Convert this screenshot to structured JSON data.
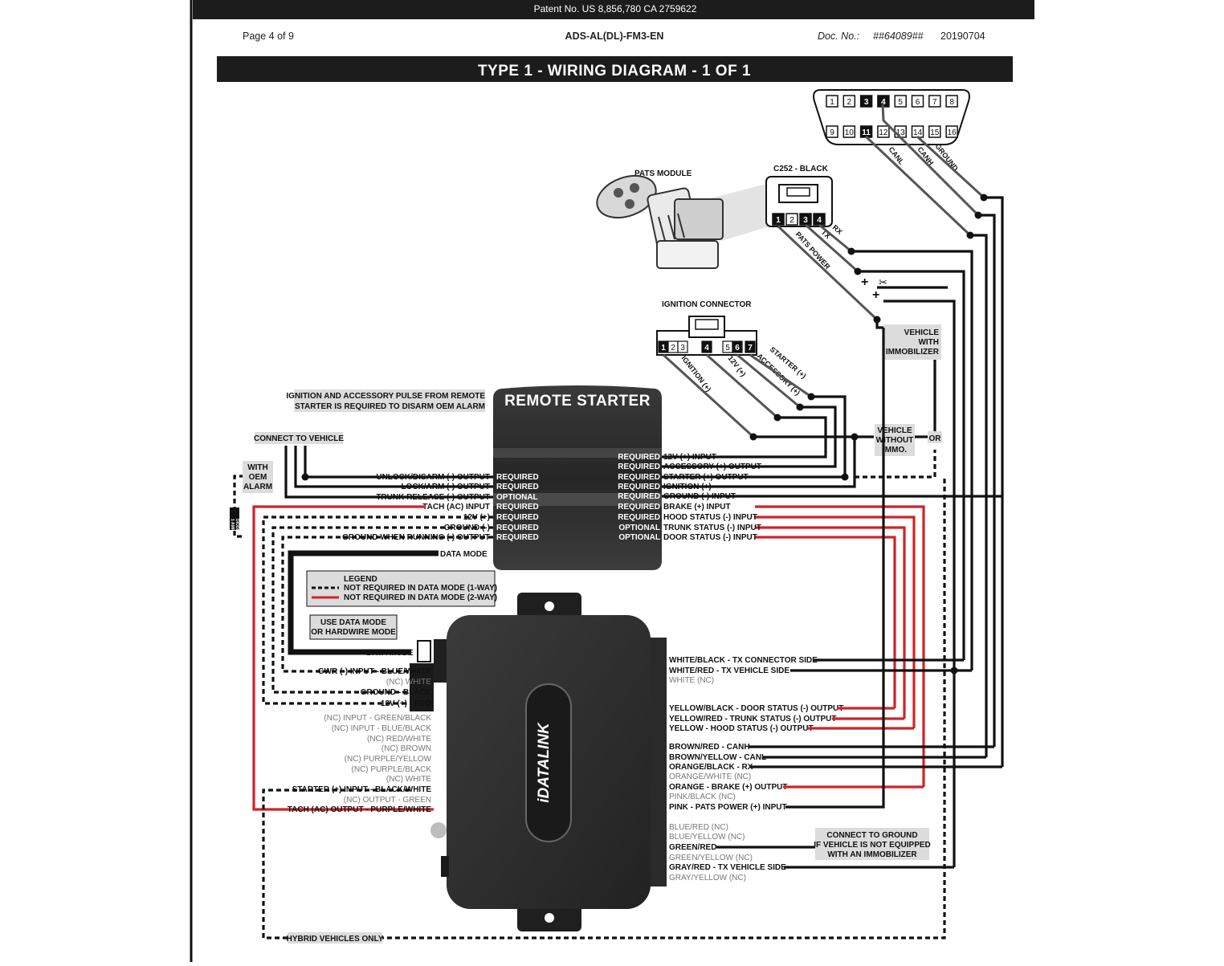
{
  "header": {
    "patent": "Patent No. US 8,856,780 CA 2759622",
    "page": "Page 4 of 9",
    "doc_code": "ADS-AL(DL)-FM3-EN",
    "doc_no_label": "Doc. No.:",
    "doc_no": "##64089##",
    "date": "20190704"
  },
  "title": "TYPE 1 - WIRING DIAGRAM - 1 OF 1",
  "obd": {
    "top_pins": [
      "1",
      "2",
      "3",
      "4",
      "5",
      "6",
      "7",
      "8"
    ],
    "bottom_pins": [
      "9",
      "10",
      "11",
      "12",
      "13",
      "14",
      "15",
      "16"
    ],
    "wire_labels": [
      "CANL",
      "CANH",
      "GROUND"
    ]
  },
  "pats": {
    "module_label": "PATS MODULE",
    "connector_label": "C252 - BLACK",
    "pins": [
      "1",
      "2",
      "3",
      "4"
    ],
    "wire_labels": [
      "RX",
      "TX",
      "PATS POWER"
    ]
  },
  "ignition": {
    "label": "IGNITION CONNECTOR",
    "pins": [
      "1",
      "2",
      "3",
      "4",
      "5",
      "6",
      "7"
    ],
    "wire_labels": [
      "IGNITION (+)",
      "12V (+)",
      "ACCESSORY (+)",
      "STARTER (+)"
    ]
  },
  "notes": {
    "ign_pulse_1": "IGNITION AND ACCESSORY PULSE FROM REMOTE",
    "ign_pulse_2": "STARTER IS REQUIRED TO DISARM OEM ALARM",
    "connect_vehicle": "CONNECT TO VEHICLE",
    "with_oem_1": "WITH",
    "with_oem_2": "OEM",
    "with_oem_3": "ALARM",
    "vehicle_with_1": "VEHICLE",
    "vehicle_with_2": "WITH",
    "vehicle_with_3": "IMMOBILIZER",
    "vehicle_without_1": "VEHICLE",
    "vehicle_without_2": "WITHOUT",
    "vehicle_without_3": "IMMO.",
    "or": "OR",
    "legend_title": "LEGEND",
    "legend_1": "NOT REQUIRED IN DATA MODE (1-WAY)",
    "legend_2": "NOT REQUIRED IN DATA MODE (2-WAY)",
    "use_data_1": "USE DATA MODE",
    "use_data_2": "OR HARDWIRE MODE",
    "connect_ground_1": "CONNECT TO GROUND",
    "connect_ground_2": "IF VEHICLE IS NOT EQUIPPED",
    "connect_ground_3": "WITH AN IMMOBILIZER",
    "hybrid": "HYBRID VEHICLES ONLY",
    "diode_1": "1 AMP",
    "diode_2": "DIODE"
  },
  "remote_starter": {
    "title": "REMOTE STARTER",
    "left_outputs": [
      "UNLOCK/DISARM (-) OUTPUT",
      "LOCK/ARM (-) OUTPUT",
      "TRUNK RELEASE (-) OUTPUT",
      "TACH (AC) INPUT",
      "12V (+)",
      "GROUND (-)",
      "GROUND WHEN RUNNING (-) OUTPUT"
    ],
    "left_status": [
      "REQUIRED",
      "REQUIRED",
      "OPTIONAL",
      "REQUIRED",
      "REQUIRED",
      "REQUIRED",
      "REQUIRED"
    ],
    "right_status": [
      "REQUIRED",
      "REQUIRED",
      "REQUIRED",
      "REQUIRED",
      "REQUIRED",
      "REQUIRED",
      "REQUIRED",
      "OPTIONAL",
      "OPTIONAL"
    ],
    "right_outputs": [
      "12V (+) INPUT",
      "ACCESSORY (+) OUTPUT",
      "STARTER (+) OUTPUT",
      "IGNITION (+)",
      "GROUND (-) INPUT",
      "BRAKE (+) INPUT",
      "HOOD STATUS (-) INPUT",
      "TRUNK STATUS (-) INPUT",
      "DOOR STATUS (-) INPUT"
    ],
    "data_mode": "DATA MODE"
  },
  "idatalink": {
    "logo": "iDATALINK",
    "data_mode": "DATA MODE",
    "left_labels": [
      {
        "text": "GWR (-) INPUT - BLUE/WHITE",
        "nc": false
      },
      {
        "text": "(NC) WHITE",
        "nc": true
      },
      {
        "text": "GROUND - BLACK",
        "nc": false
      },
      {
        "text": "12V (+) - RED",
        "nc": false
      },
      {
        "text": "(NC) INPUT - GREEN/BLACK",
        "nc": true
      },
      {
        "text": "(NC) INPUT - BLUE/BLACK",
        "nc": true
      },
      {
        "text": "(NC) RED/WHITE",
        "nc": true
      },
      {
        "text": "(NC) BROWN",
        "nc": true
      },
      {
        "text": "(NC) PURPLE/YELLOW",
        "nc": true
      },
      {
        "text": "(NC) PURPLE/BLACK",
        "nc": true
      },
      {
        "text": "(NC) WHITE",
        "nc": true
      },
      {
        "text": "STARTER (+) INPUT - BLACK/WHITE",
        "nc": false
      },
      {
        "text": "(NC) OUTPUT - GREEN",
        "nc": true
      },
      {
        "text": "TACH (AC) OUTPUT - PURPLE/WHITE",
        "nc": false
      }
    ],
    "right_labels": [
      {
        "text": "WHITE/BLACK - TX CONNECTOR SIDE",
        "nc": false
      },
      {
        "text": "WHITE/RED - TX VEHICLE SIDE",
        "nc": false
      },
      {
        "text": "WHITE (NC)",
        "nc": true
      },
      {
        "text": "YELLOW/BLACK - DOOR STATUS (-) OUTPUT",
        "nc": false
      },
      {
        "text": "YELLOW/RED - TRUNK STATUS (-) OUTPUT",
        "nc": false
      },
      {
        "text": "YELLOW - HOOD STATUS (-) OUTPUT",
        "nc": false
      },
      {
        "text": "BROWN/RED - CANH",
        "nc": false
      },
      {
        "text": "BROWN/YELLOW - CANL",
        "nc": false
      },
      {
        "text": "ORANGE/BLACK - RX",
        "nc": false
      },
      {
        "text": "ORANGE/WHITE (NC)",
        "nc": true
      },
      {
        "text": "ORANGE - BRAKE (+) OUTPUT",
        "nc": false
      },
      {
        "text": "PINK/BLACK (NC)",
        "nc": true
      },
      {
        "text": "PINK - PATS POWER (+) INPUT",
        "nc": false
      },
      {
        "text": "BLUE/RED (NC)",
        "nc": true
      },
      {
        "text": "BLUE/YELLOW (NC)",
        "nc": true
      },
      {
        "text": "GREEN/RED",
        "nc": false
      },
      {
        "text": "GREEN/YELLOW (NC)",
        "nc": true
      },
      {
        "text": "GRAY/RED - TX VEHICLE SIDE",
        "nc": false
      },
      {
        "text": "GRAY/YELLOW (NC)",
        "nc": true
      }
    ]
  },
  "colors": {
    "black": "#111111",
    "red": "#d0232a",
    "module": "#2b2b2b",
    "box_gray": "#dcdcdc"
  }
}
